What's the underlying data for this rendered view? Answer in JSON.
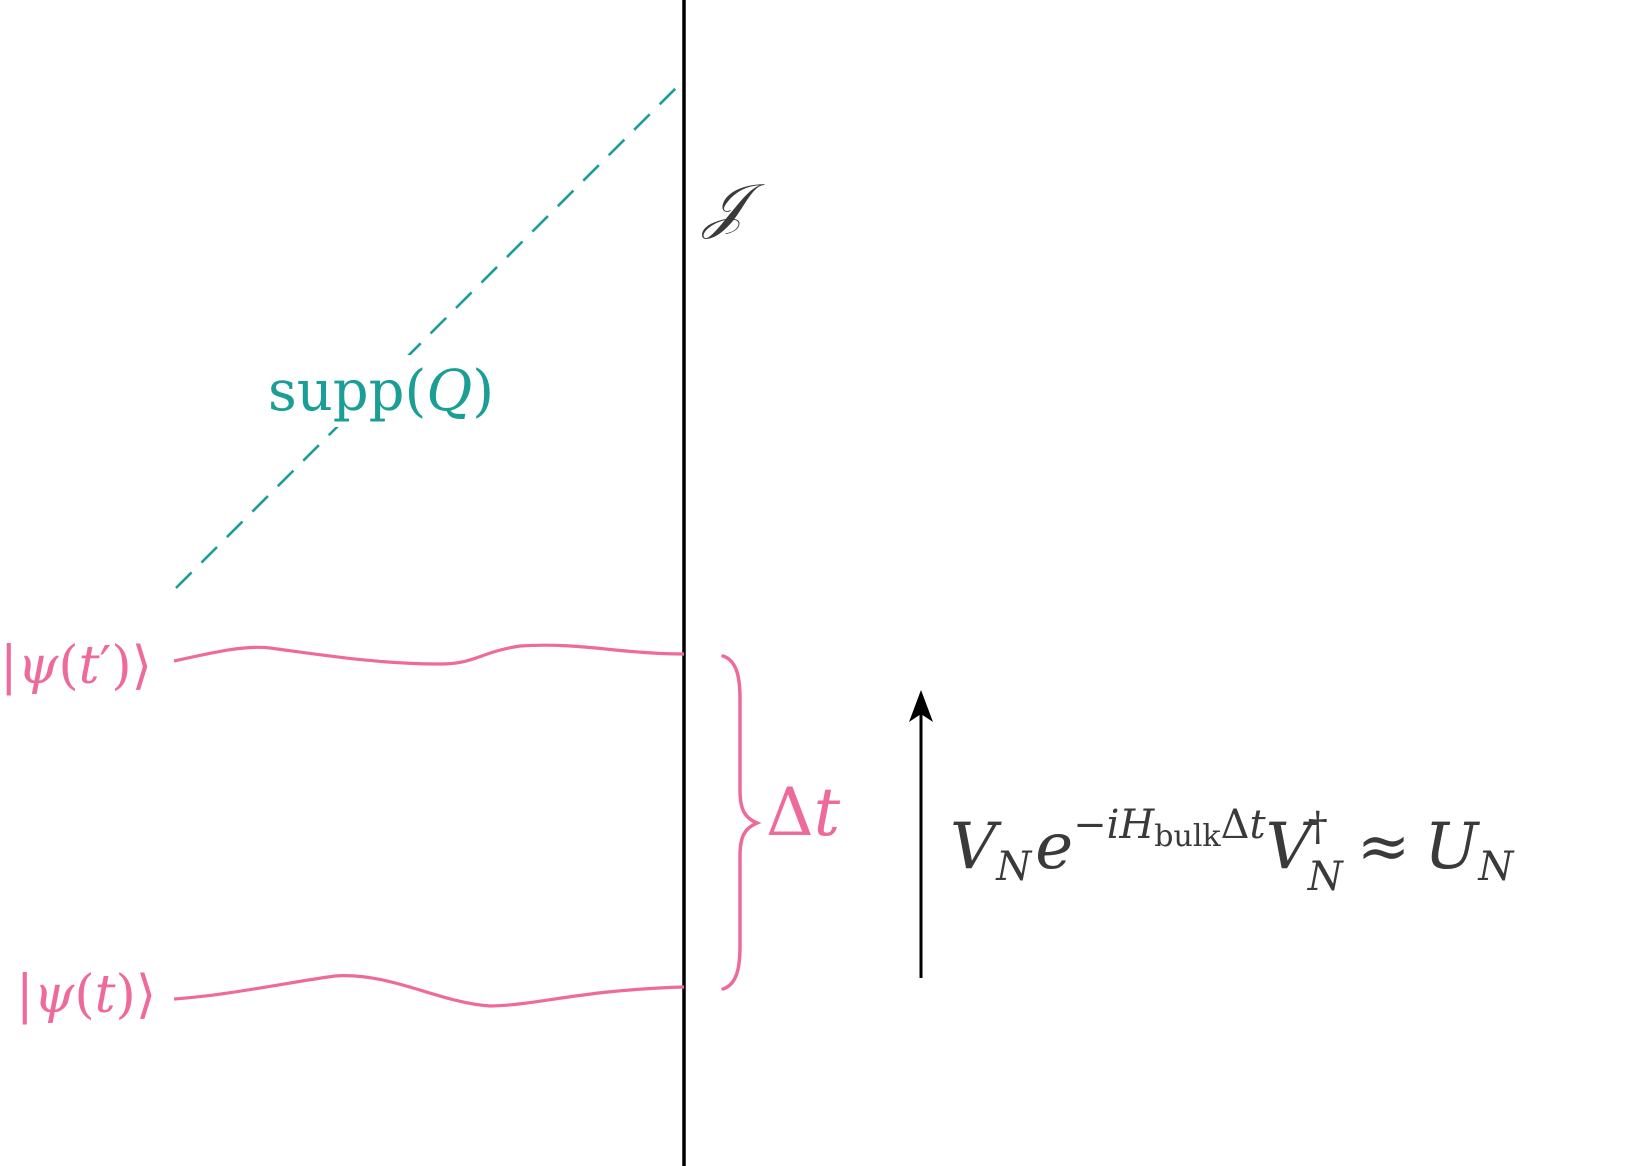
{
  "colors": {
    "pink": "#EE6A9B",
    "teal": "#1A9E96",
    "dark": "#3a3a3a",
    "black": "#000000"
  },
  "labels": {
    "boundary": "𝒥",
    "support_func": "supp(",
    "support_var": "Q",
    "support_close": ")",
    "state_later": {
      "open": "|",
      "psi": "ψ",
      "paren_open": "(",
      "t": "t",
      "prime": "′",
      "paren_close": ")",
      "close": "⟩"
    },
    "state_earlier": {
      "open": "|",
      "psi": "ψ",
      "paren_open": "(",
      "t": "t",
      "paren_close": ")",
      "close": "⟩"
    },
    "interval": {
      "delta": "Δ",
      "t": "t"
    },
    "evolution": {
      "V": "V",
      "V_sub": "N",
      "e": "e",
      "exp_minus": "−",
      "exp_i": "i",
      "exp_H": "H",
      "exp_H_sub": "bulk",
      "exp_delta": "Δ",
      "exp_t": "t",
      "Vd": "V",
      "Vd_sup": "†",
      "Vd_sub": "N",
      "approx": "≈",
      "U": "U",
      "U_sub": "N"
    }
  }
}
